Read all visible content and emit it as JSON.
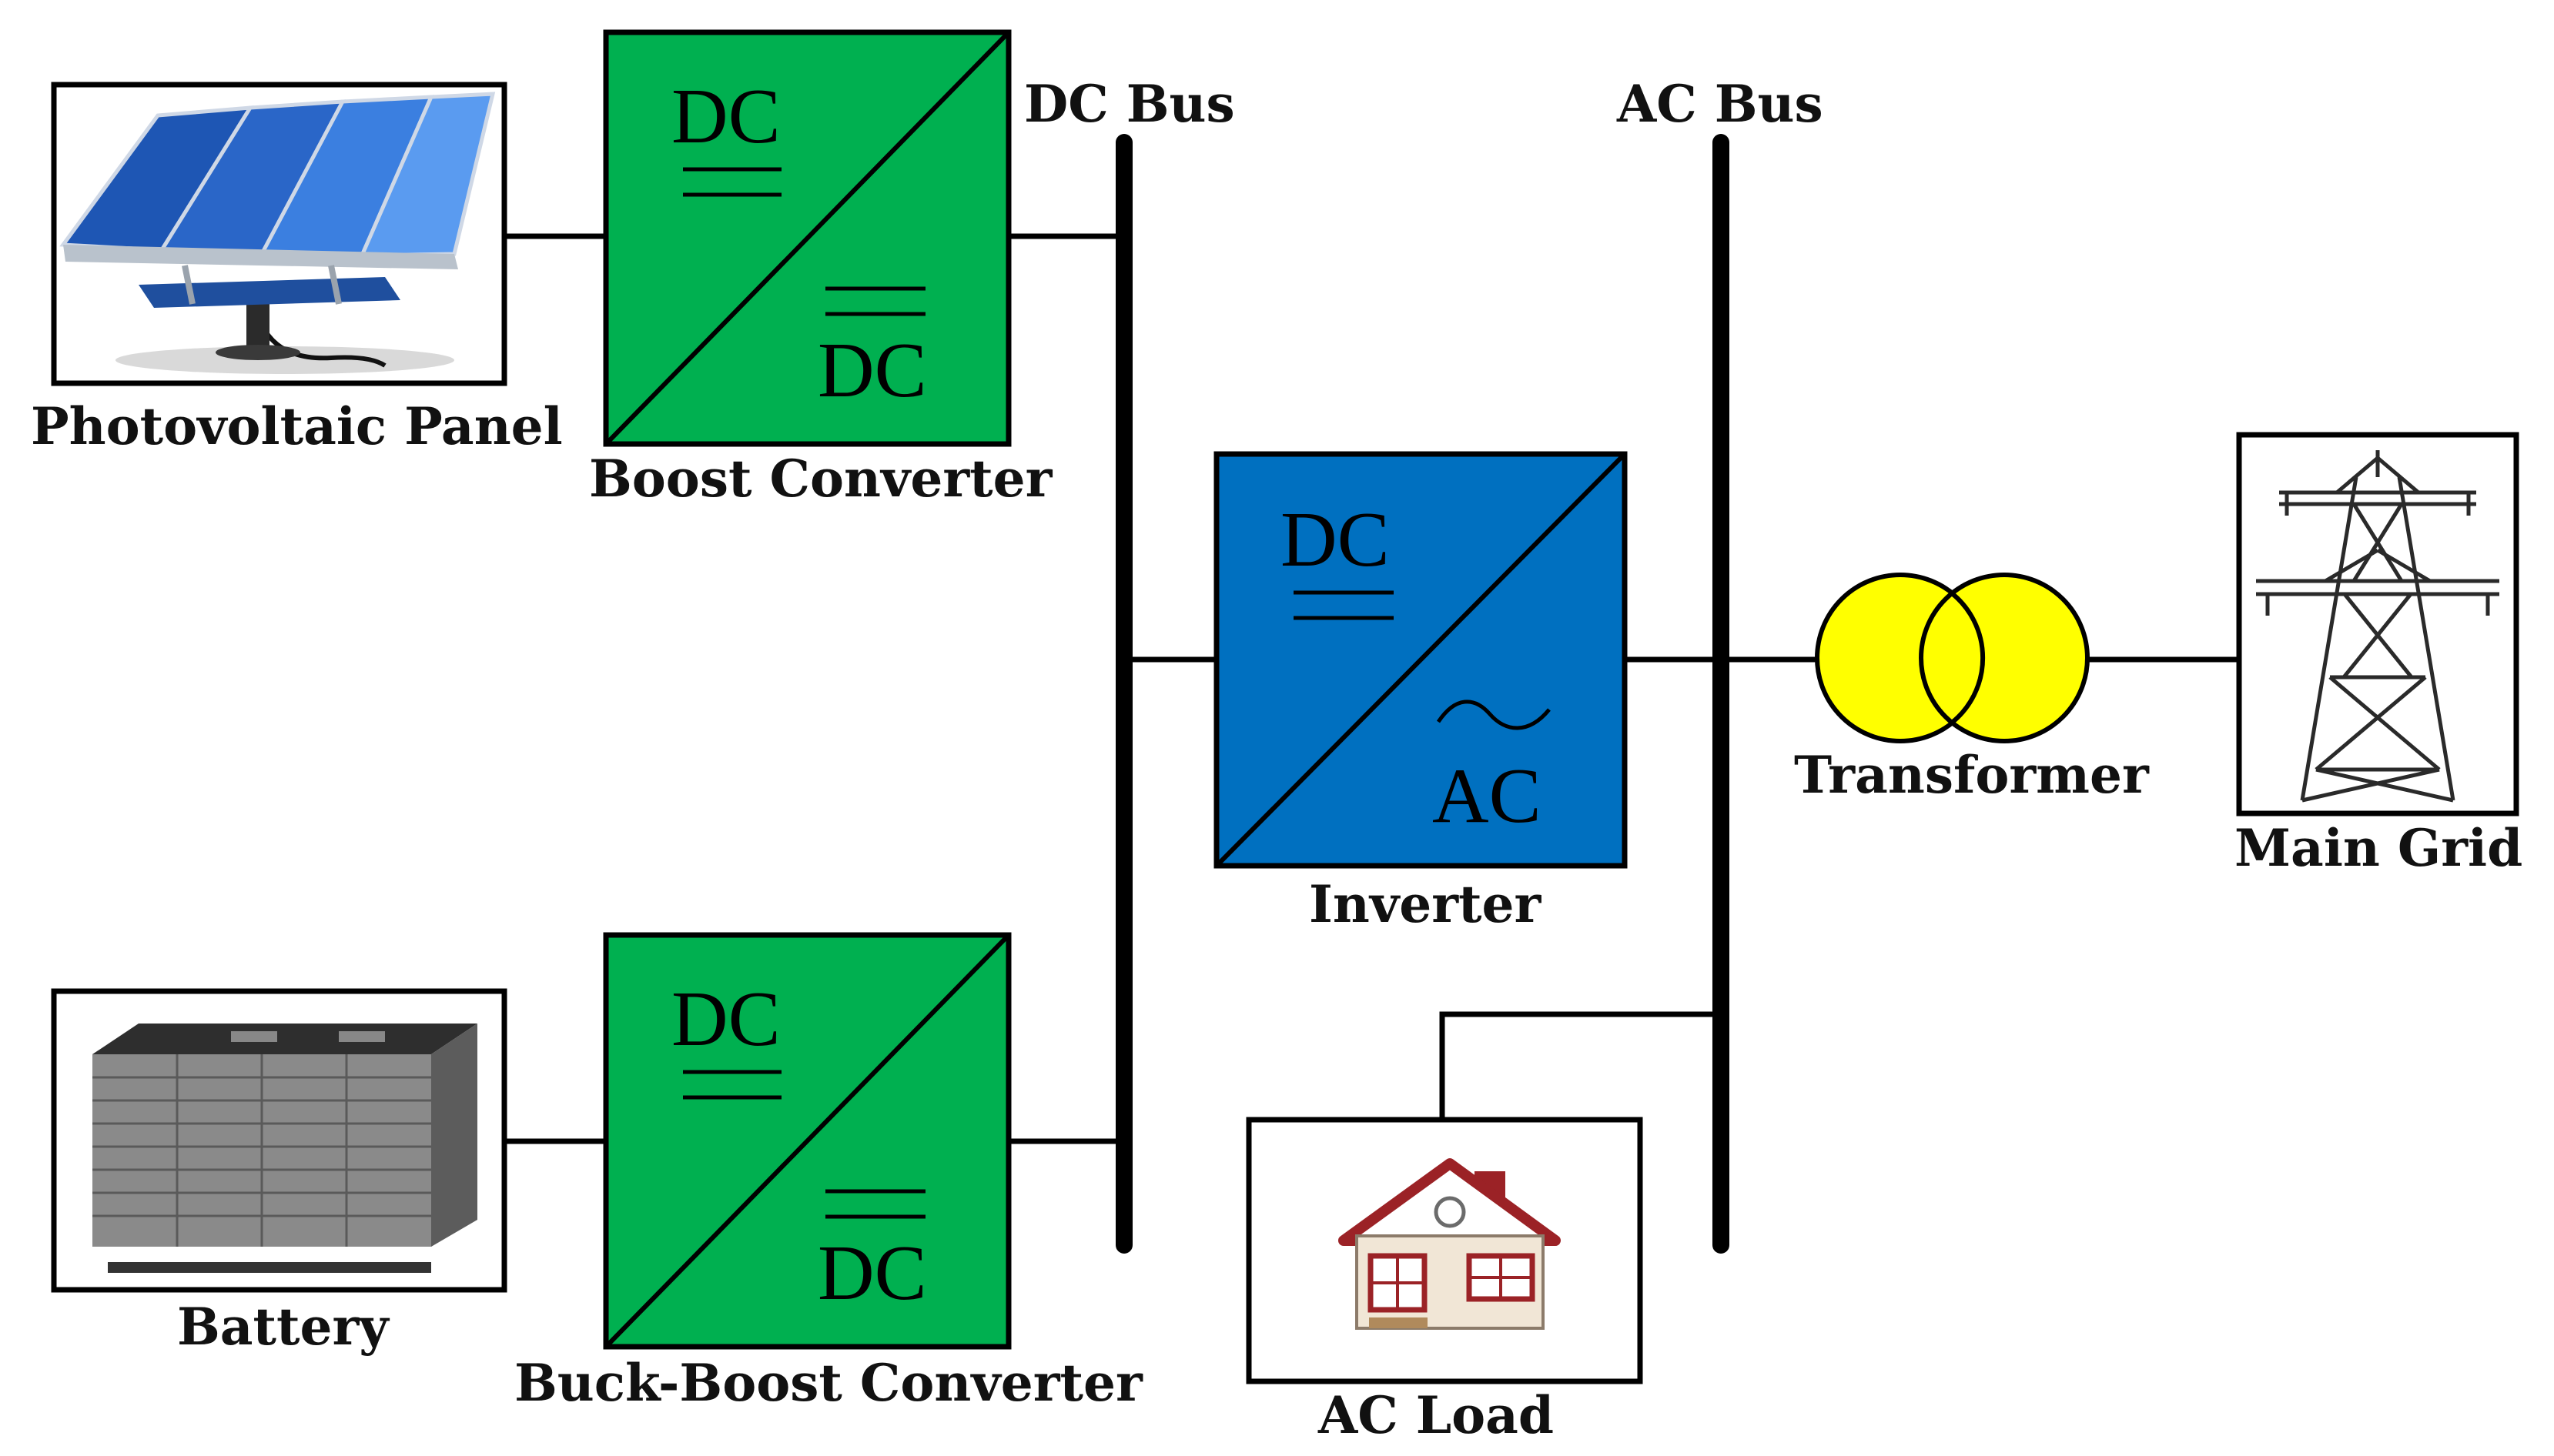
{
  "labels": {
    "pv": "Photovoltaic Panel",
    "boost": "Boost Converter",
    "dc_bus": "DC Bus",
    "ac_bus": "AC Bus",
    "inverter": "Inverter",
    "transformer": "Transformer",
    "main_grid": "Main Grid",
    "battery": "Battery",
    "buck_boost": "Buck-Boost Converter",
    "ac_load": "AC Load"
  },
  "converters": {
    "boost": {
      "top": "DC",
      "bottom": "DC"
    },
    "buck_boost": {
      "top": "DC",
      "bottom": "DC"
    },
    "inverter": {
      "top": "DC",
      "bottom": "AC",
      "symbol": "~"
    }
  },
  "colors": {
    "dc_converter": "#00b050",
    "inverter": "#0070c0",
    "transformer": "#ffff00",
    "lines": "#000000"
  },
  "icons": {
    "pv": "solar-panel-icon",
    "battery": "battery-pack-icon",
    "load": "house-icon",
    "grid": "transmission-tower-icon"
  }
}
